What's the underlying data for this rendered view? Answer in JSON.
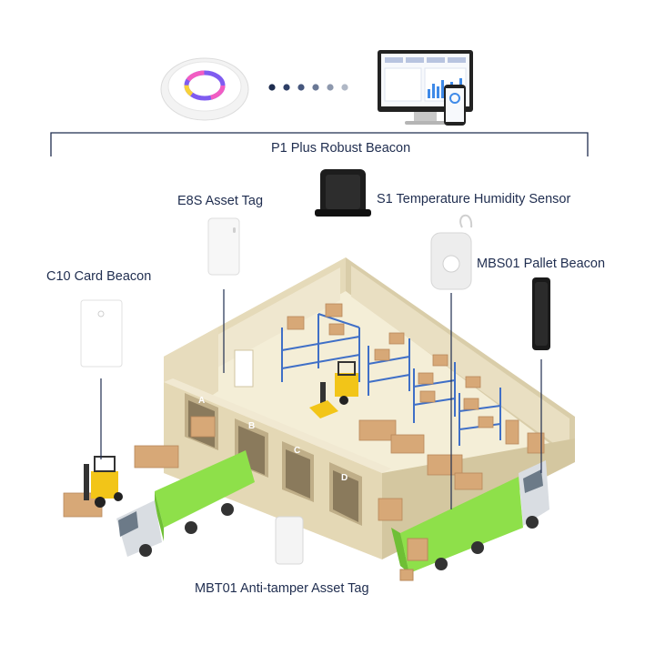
{
  "labels": {
    "gateway": "P1 Plus Robust Beacon",
    "e8s": "E8S Asset Tag",
    "s1": "S1 Temperature Humidity Sensor",
    "mbs01": "MBS01 Pallet Beacon",
    "c10": "C10 Card Beacon",
    "mbt01": "MBT01 Anti-tamper Asset Tag"
  },
  "dock_doors": [
    "A",
    "B",
    "C",
    "D"
  ],
  "colors": {
    "text": "#1f2d4f",
    "truck_green": "#8ee04a",
    "forklift_yellow": "#f2c518",
    "box_brown": "#d7a877",
    "wall": "#ece3c8",
    "floor": "#f4eed7",
    "shelf_blue": "#3f6fc7"
  }
}
